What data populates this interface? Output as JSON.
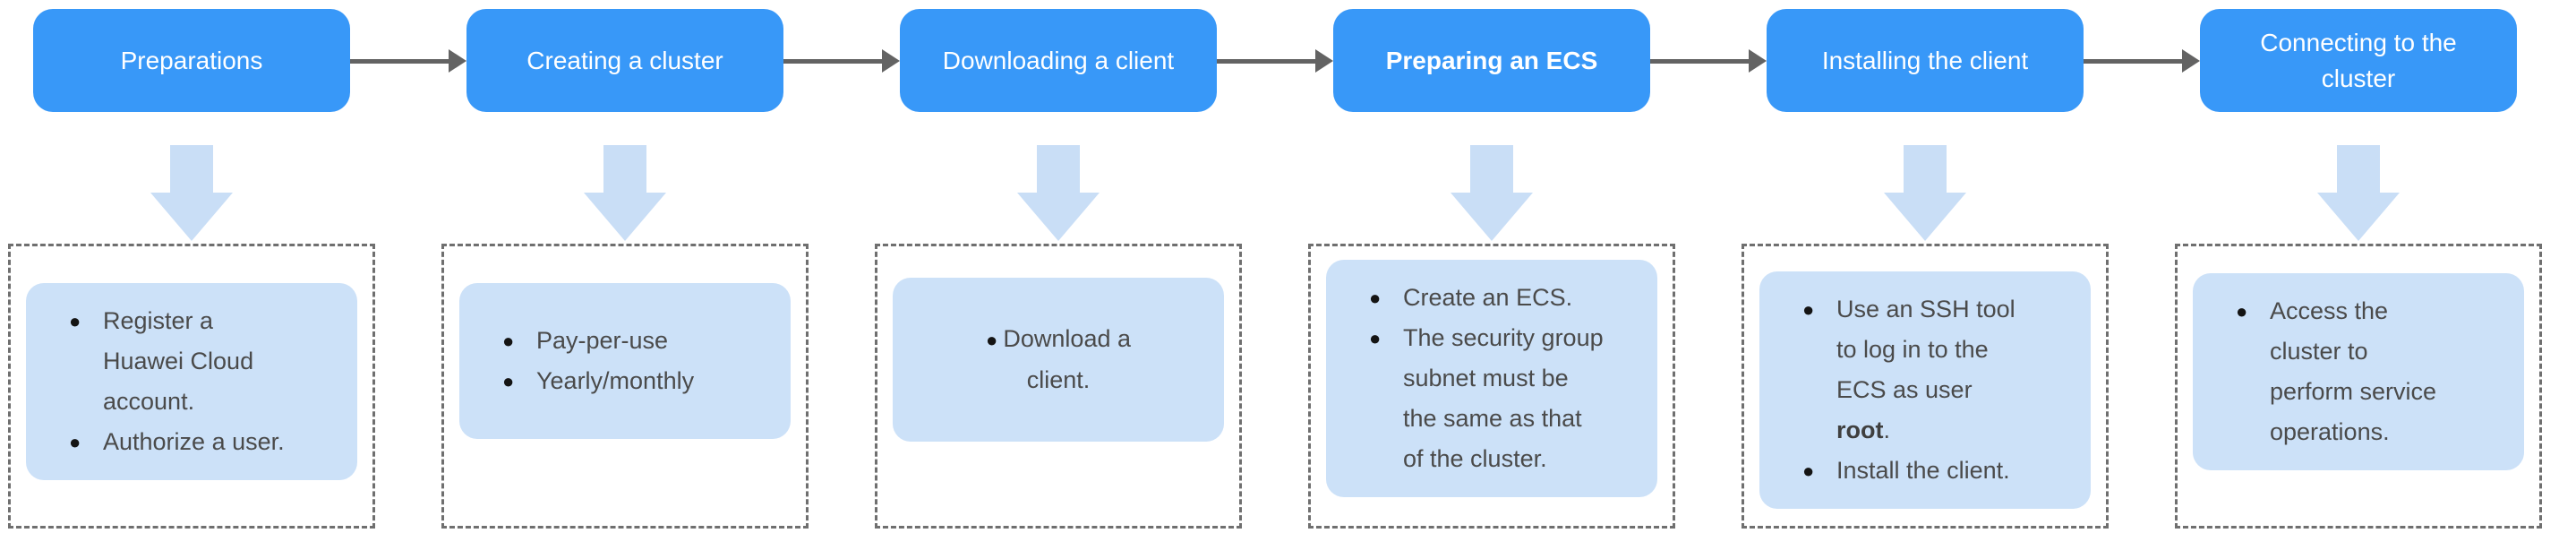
{
  "colors": {
    "step_box_blue": "#3898F8",
    "card_light_blue": "#CCE1F8",
    "down_arrow_blue": "#C9DEF6",
    "connector_gray": "#636363",
    "dashed_border_gray": "#6F6F6F",
    "body_text_gray": "#4A4A4A",
    "step_text_white": "#FFFFFF"
  },
  "steps": [
    {
      "title": "Preparations",
      "current": false,
      "items": [
        {
          "text": "Register a\nHuawei Cloud\naccount."
        },
        {
          "text": "Authorize a user."
        }
      ]
    },
    {
      "title": "Creating a cluster",
      "current": false,
      "items": [
        {
          "text": "Pay-per-use"
        },
        {
          "text": "Yearly/monthly"
        }
      ]
    },
    {
      "title": "Downloading a client",
      "current": false,
      "items": [
        {
          "text": "Download a\nclient."
        }
      ]
    },
    {
      "title": "Preparing an ECS",
      "current": true,
      "items": [
        {
          "text": "Create an ECS."
        },
        {
          "text": "The security group\nsubnet must be\nthe same as that\nof the cluster."
        }
      ]
    },
    {
      "title": "Installing the client",
      "current": false,
      "items": [
        {
          "prefix": "Use an SSH tool\nto log in to the\nECS as user\n",
          "bold": "root",
          "suffix": "."
        },
        {
          "text": "Install the client."
        }
      ]
    },
    {
      "title": "Connecting to the\ncluster",
      "current": false,
      "items": [
        {
          "text": "Access the\ncluster to\nperform service\noperations."
        }
      ]
    }
  ]
}
